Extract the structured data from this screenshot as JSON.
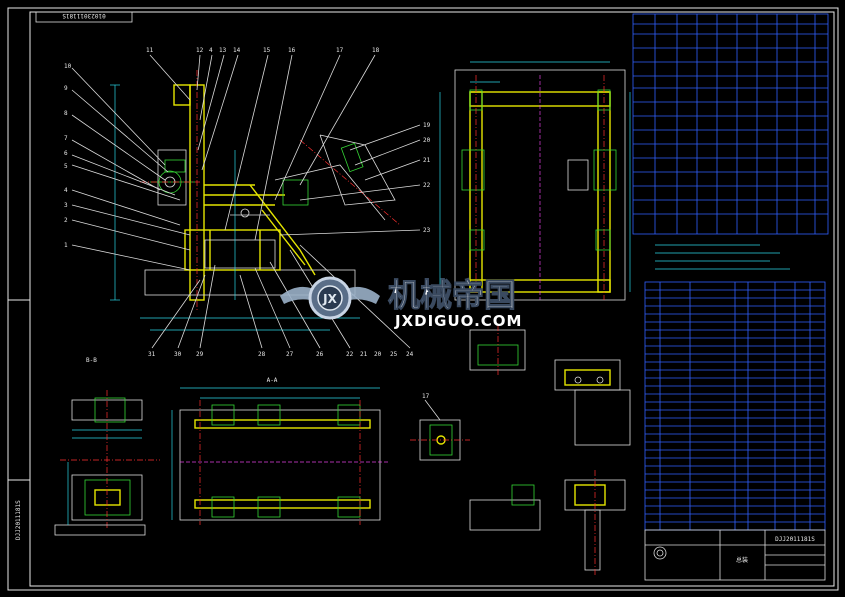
{
  "drawing": {
    "number_rotated": "01023011181S",
    "title_number": "DJJ2011181S",
    "section_label_a": "A-A",
    "section_label_b": "B-B"
  },
  "part_callouts_top": [
    "11",
    "12",
    "4",
    "13",
    "14",
    "15",
    "16",
    "17",
    "18"
  ],
  "part_callouts_left": [
    "10",
    "9",
    "8",
    "7",
    "6",
    "5",
    "4",
    "3",
    "2",
    "1"
  ],
  "part_callouts_bottom": [
    "31",
    "30",
    "29",
    "28",
    "27",
    "26",
    "22",
    "21",
    "20",
    "25",
    "24"
  ],
  "part_callouts_right": [
    "19",
    "20",
    "21",
    "22",
    "23"
  ],
  "detail_label_17": "17",
  "watermark": {
    "chinese": "机械帝国",
    "latin": "JXDIGUO.COM"
  },
  "colors": {
    "background": "#000000",
    "frame": "#e8e8e8",
    "yellow": "#e6e600",
    "green": "#35d635",
    "cyan": "#2ad6e6",
    "red": "#ff3030",
    "magenta": "#e040e0",
    "blue": "#3060ff"
  },
  "title_block": {
    "doc_name": "总装",
    "number": "DJJ2011181S"
  },
  "side_strip_label": "DJJ2011181S"
}
